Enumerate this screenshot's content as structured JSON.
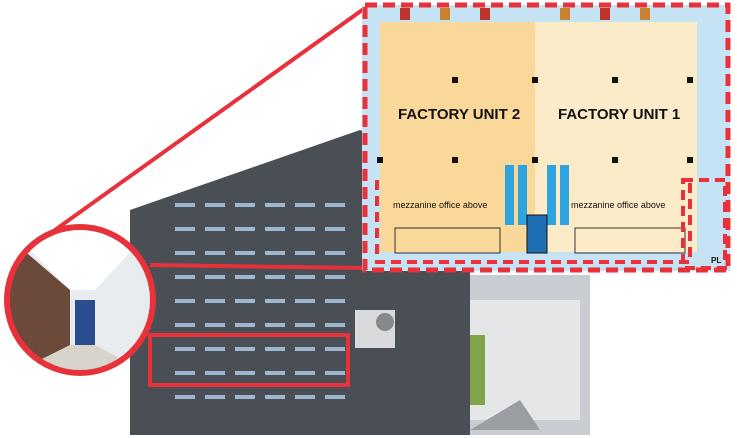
{
  "floor_plan": {
    "unit_2_label": "FACTORY UNIT 2",
    "unit_1_label": "FACTORY UNIT 1",
    "mezzanine_left": "mezzanine office above",
    "mezzanine_right": "mezzanine office above",
    "corner_label": "PL"
  },
  "colors": {
    "highlight": "#e8313a",
    "unit_2_fill": "#f9d89a",
    "unit_1_fill": "#fcebc9",
    "plan_background": "#c5e3f3",
    "facade": "#4a4f55",
    "stairs": "#2fa3dd"
  }
}
